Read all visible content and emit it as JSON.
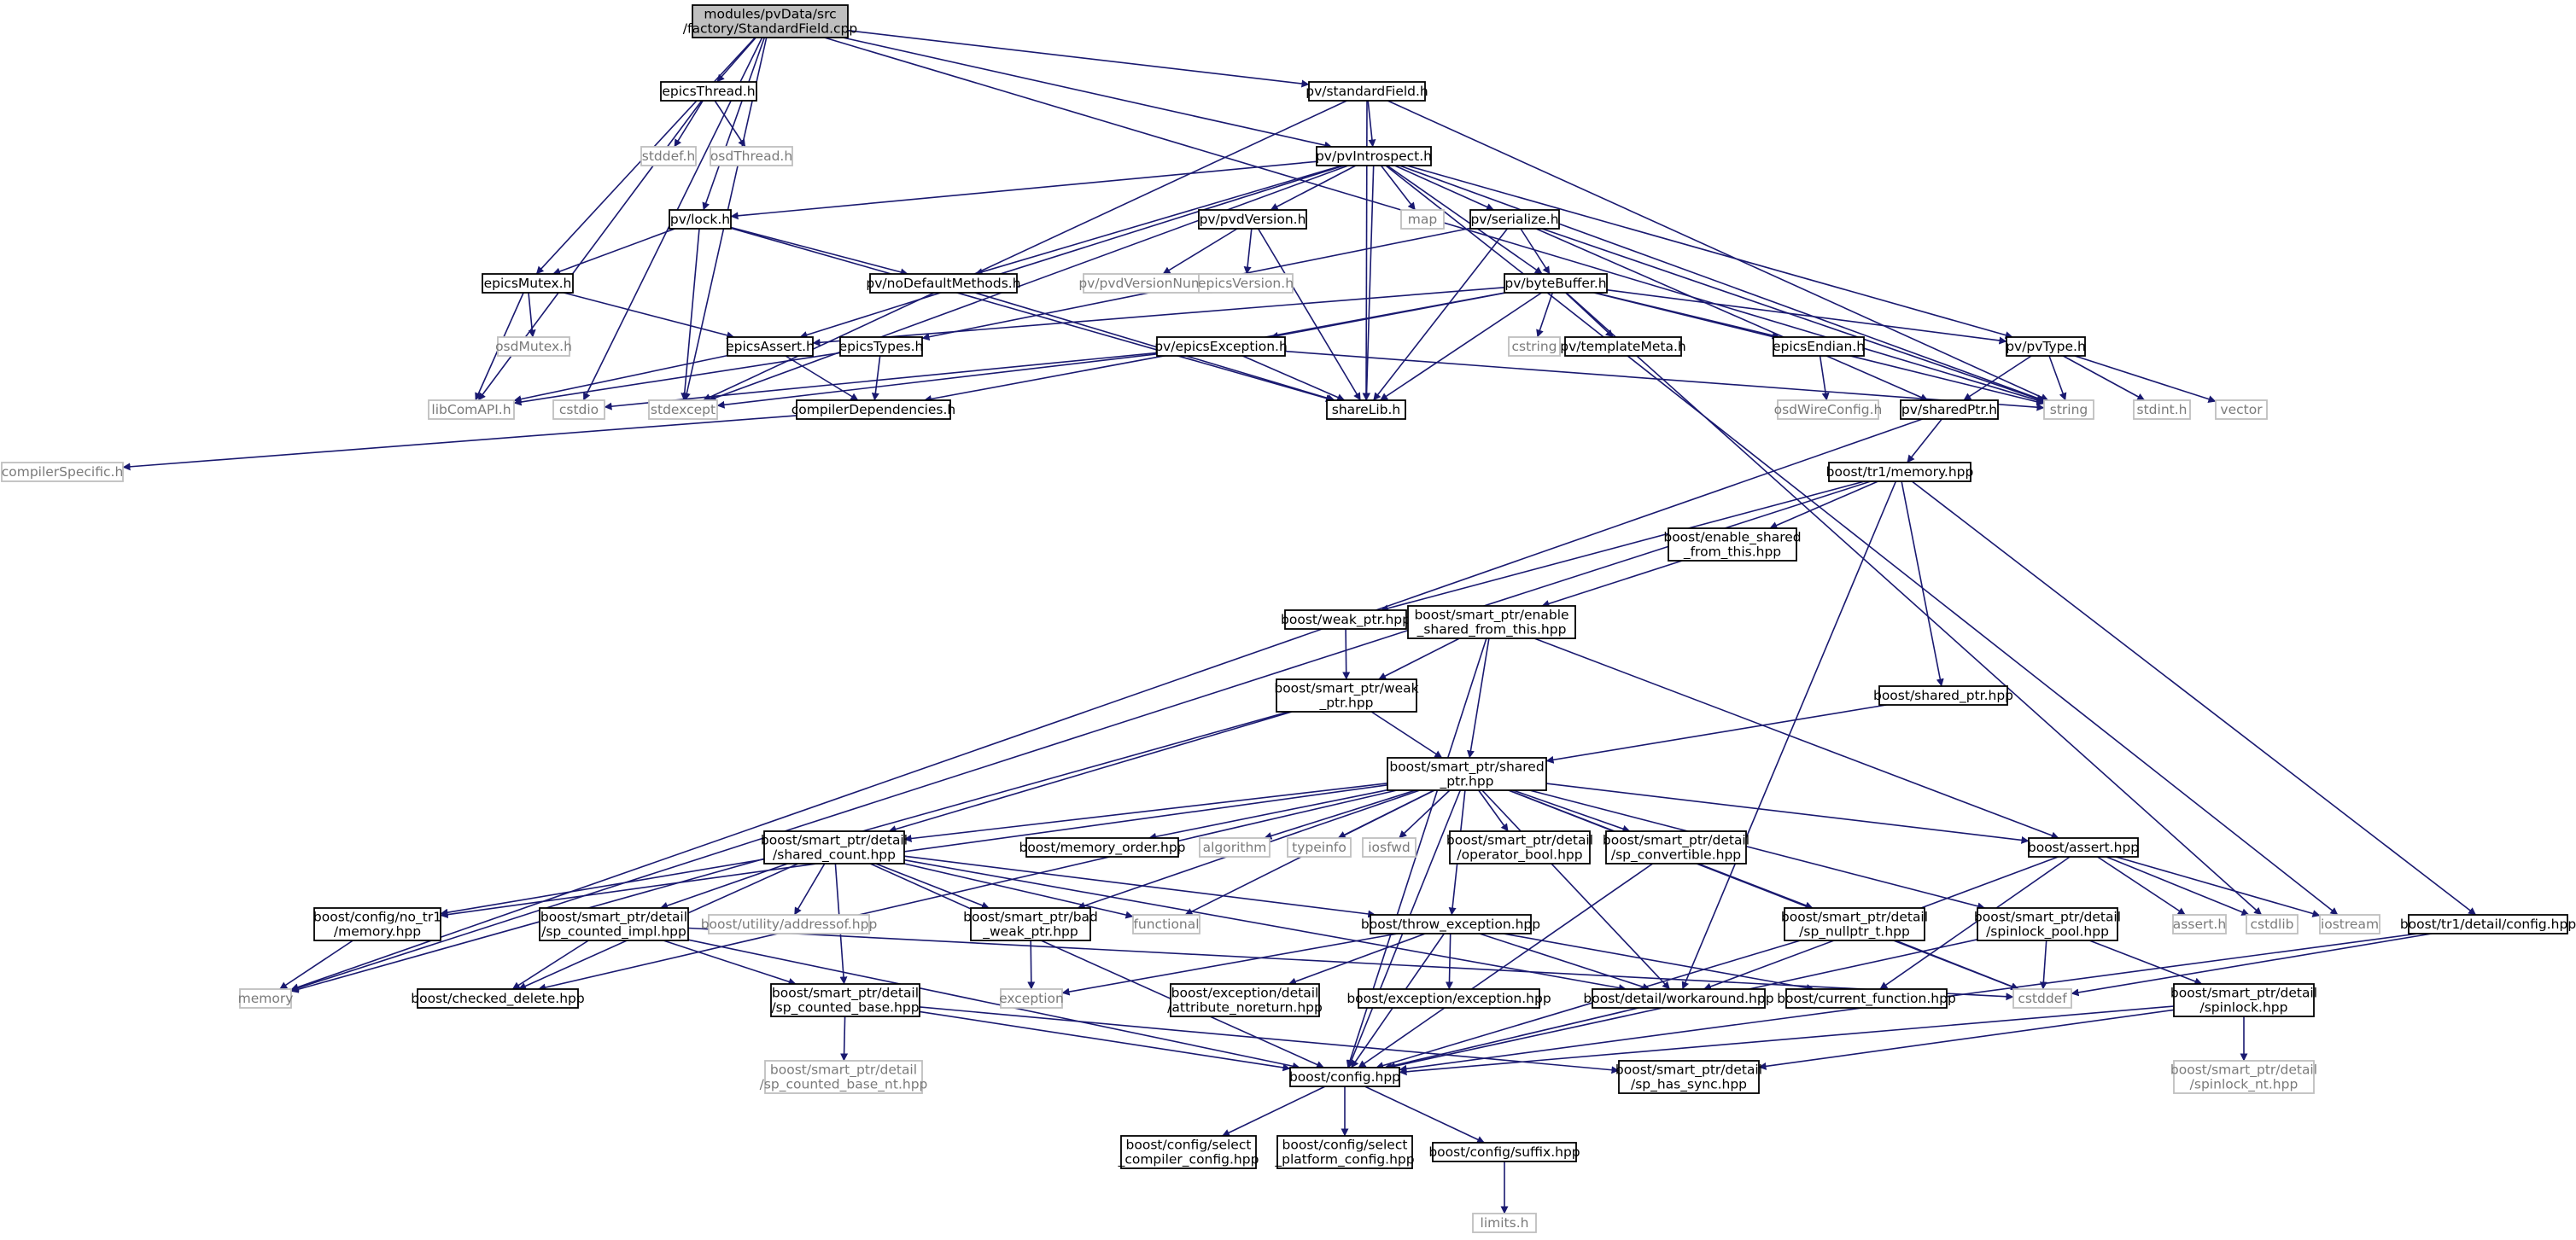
{
  "colors": {
    "edge": "#191970",
    "root_fill": "#bfbfbf",
    "node_border": "#000000",
    "external_border": "#bfbfbf",
    "external_text": "#7a7a7a"
  },
  "nodes": [
    {
      "id": "root",
      "lines": [
        "modules/pvData/src",
        "/factory/StandardField.cpp"
      ],
      "kind": "root"
    },
    {
      "id": "epicsThread",
      "lines": [
        "epicsThread.h"
      ],
      "kind": "int"
    },
    {
      "id": "standardField",
      "lines": [
        "pv/standardField.h"
      ],
      "kind": "int"
    },
    {
      "id": "stddef",
      "lines": [
        "stddef.h"
      ],
      "kind": "ext"
    },
    {
      "id": "osdThread",
      "lines": [
        "osdThread.h"
      ],
      "kind": "ext"
    },
    {
      "id": "pvIntrospect",
      "lines": [
        "pv/pvIntrospect.h"
      ],
      "kind": "int"
    },
    {
      "id": "lock",
      "lines": [
        "pv/lock.h"
      ],
      "kind": "int"
    },
    {
      "id": "pvdVersion",
      "lines": [
        "pv/pvdVersion.h"
      ],
      "kind": "int"
    },
    {
      "id": "map",
      "lines": [
        "map"
      ],
      "kind": "ext"
    },
    {
      "id": "serialize",
      "lines": [
        "pv/serialize.h"
      ],
      "kind": "int"
    },
    {
      "id": "epicsMutex",
      "lines": [
        "epicsMutex.h"
      ],
      "kind": "int"
    },
    {
      "id": "noDefaultMethods",
      "lines": [
        "pv/noDefaultMethods.h"
      ],
      "kind": "int"
    },
    {
      "id": "pvdVersionNum",
      "lines": [
        "pv/pvdVersionNum.h"
      ],
      "kind": "ext"
    },
    {
      "id": "epicsVersion",
      "lines": [
        "epicsVersion.h"
      ],
      "kind": "ext"
    },
    {
      "id": "byteBuffer",
      "lines": [
        "pv/byteBuffer.h"
      ],
      "kind": "int"
    },
    {
      "id": "osdMutex",
      "lines": [
        "osdMutex.h"
      ],
      "kind": "ext"
    },
    {
      "id": "epicsAssert",
      "lines": [
        "epicsAssert.h"
      ],
      "kind": "int"
    },
    {
      "id": "epicsTypes",
      "lines": [
        "epicsTypes.h"
      ],
      "kind": "int"
    },
    {
      "id": "epicsException",
      "lines": [
        "pv/epicsException.h"
      ],
      "kind": "int"
    },
    {
      "id": "cstring",
      "lines": [
        "cstring"
      ],
      "kind": "ext"
    },
    {
      "id": "templateMeta",
      "lines": [
        "pv/templateMeta.h"
      ],
      "kind": "int"
    },
    {
      "id": "epicsEndian",
      "lines": [
        "epicsEndian.h"
      ],
      "kind": "int"
    },
    {
      "id": "pvType",
      "lines": [
        "pv/pvType.h"
      ],
      "kind": "int"
    },
    {
      "id": "libComAPI",
      "lines": [
        "libComAPI.h"
      ],
      "kind": "ext"
    },
    {
      "id": "cstdio",
      "lines": [
        "cstdio"
      ],
      "kind": "ext"
    },
    {
      "id": "stdexcept",
      "lines": [
        "stdexcept"
      ],
      "kind": "ext"
    },
    {
      "id": "compilerDependencies",
      "lines": [
        "compilerDependencies.h"
      ],
      "kind": "int"
    },
    {
      "id": "shareLib",
      "lines": [
        "shareLib.h"
      ],
      "kind": "int"
    },
    {
      "id": "osdWireConfig",
      "lines": [
        "osdWireConfig.h"
      ],
      "kind": "ext"
    },
    {
      "id": "string",
      "lines": [
        "string"
      ],
      "kind": "ext"
    },
    {
      "id": "sharedPtr",
      "lines": [
        "pv/sharedPtr.h"
      ],
      "kind": "int"
    },
    {
      "id": "stdint",
      "lines": [
        "stdint.h"
      ],
      "kind": "ext"
    },
    {
      "id": "vector",
      "lines": [
        "vector"
      ],
      "kind": "ext"
    },
    {
      "id": "compilerSpecific",
      "lines": [
        "compilerSpecific.h"
      ],
      "kind": "ext"
    },
    {
      "id": "tr1memory",
      "lines": [
        "boost/tr1/memory.hpp"
      ],
      "kind": "int"
    },
    {
      "id": "enableShared",
      "lines": [
        "boost/enable_shared",
        "_from_this.hpp"
      ],
      "kind": "int"
    },
    {
      "id": "weakPtr",
      "lines": [
        "boost/weak_ptr.hpp"
      ],
      "kind": "int"
    },
    {
      "id": "spEnableShared",
      "lines": [
        "boost/smart_ptr/enable",
        "_shared_from_this.hpp"
      ],
      "kind": "int"
    },
    {
      "id": "spWeakPtr",
      "lines": [
        "boost/smart_ptr/weak",
        "_ptr.hpp"
      ],
      "kind": "int"
    },
    {
      "id": "sharedPtrHpp",
      "lines": [
        "boost/shared_ptr.hpp"
      ],
      "kind": "int"
    },
    {
      "id": "spSharedPtr",
      "lines": [
        "boost/smart_ptr/shared",
        "_ptr.hpp"
      ],
      "kind": "int"
    },
    {
      "id": "sharedCount",
      "lines": [
        "boost/smart_ptr/detail",
        "/shared_count.hpp"
      ],
      "kind": "int"
    },
    {
      "id": "memoryOrder",
      "lines": [
        "boost/memory_order.hpp"
      ],
      "kind": "int"
    },
    {
      "id": "algorithm",
      "lines": [
        "algorithm"
      ],
      "kind": "ext"
    },
    {
      "id": "typeinfo",
      "lines": [
        "typeinfo"
      ],
      "kind": "ext"
    },
    {
      "id": "iosfwd",
      "lines": [
        "iosfwd"
      ],
      "kind": "ext"
    },
    {
      "id": "operatorBool",
      "lines": [
        "boost/smart_ptr/detail",
        "/operator_bool.hpp"
      ],
      "kind": "int"
    },
    {
      "id": "spConvertible",
      "lines": [
        "boost/smart_ptr/detail",
        "/sp_convertible.hpp"
      ],
      "kind": "int"
    },
    {
      "id": "boostAssert",
      "lines": [
        "boost/assert.hpp"
      ],
      "kind": "int"
    },
    {
      "id": "noTr1Memory",
      "lines": [
        "boost/config/no_tr1",
        "/memory.hpp"
      ],
      "kind": "int"
    },
    {
      "id": "spCountedImpl",
      "lines": [
        "boost/smart_ptr/detail",
        "/sp_counted_impl.hpp"
      ],
      "kind": "int"
    },
    {
      "id": "addressof",
      "lines": [
        "boost/utility/addressof.hpp"
      ],
      "kind": "ext"
    },
    {
      "id": "badWeakPtr",
      "lines": [
        "boost/smart_ptr/bad",
        "_weak_ptr.hpp"
      ],
      "kind": "int"
    },
    {
      "id": "functional",
      "lines": [
        "functional"
      ],
      "kind": "ext"
    },
    {
      "id": "throwException",
      "lines": [
        "boost/throw_exception.hpp"
      ],
      "kind": "int"
    },
    {
      "id": "spNullptr",
      "lines": [
        "boost/smart_ptr/detail",
        "/sp_nullptr_t.hpp"
      ],
      "kind": "int"
    },
    {
      "id": "spinlockPool",
      "lines": [
        "boost/smart_ptr/detail",
        "/spinlock_pool.hpp"
      ],
      "kind": "int"
    },
    {
      "id": "assertH",
      "lines": [
        "assert.h"
      ],
      "kind": "ext"
    },
    {
      "id": "cstdlib",
      "lines": [
        "cstdlib"
      ],
      "kind": "ext"
    },
    {
      "id": "iostream",
      "lines": [
        "iostream"
      ],
      "kind": "ext"
    },
    {
      "id": "tr1DetailConfig",
      "lines": [
        "boost/tr1/detail/config.hpp"
      ],
      "kind": "int"
    },
    {
      "id": "memory",
      "lines": [
        "memory"
      ],
      "kind": "ext"
    },
    {
      "id": "checkedDelete",
      "lines": [
        "boost/checked_delete.hpp"
      ],
      "kind": "int"
    },
    {
      "id": "spCountedBase",
      "lines": [
        "boost/smart_ptr/detail",
        "/sp_counted_base.hpp"
      ],
      "kind": "int"
    },
    {
      "id": "exception",
      "lines": [
        "exception"
      ],
      "kind": "ext"
    },
    {
      "id": "attrNoreturn",
      "lines": [
        "boost/exception/detail",
        "/attribute_noreturn.hpp"
      ],
      "kind": "int"
    },
    {
      "id": "exceptionHpp",
      "lines": [
        "boost/exception/exception.hpp"
      ],
      "kind": "int"
    },
    {
      "id": "workaround",
      "lines": [
        "boost/detail/workaround.hpp"
      ],
      "kind": "int"
    },
    {
      "id": "currentFunction",
      "lines": [
        "boost/current_function.hpp"
      ],
      "kind": "int"
    },
    {
      "id": "cstddef",
      "lines": [
        "cstddef"
      ],
      "kind": "ext"
    },
    {
      "id": "spinlock",
      "lines": [
        "boost/smart_ptr/detail",
        "/spinlock.hpp"
      ],
      "kind": "int"
    },
    {
      "id": "spCountedBaseNt",
      "lines": [
        "boost/smart_ptr/detail",
        "/sp_counted_base_nt.hpp"
      ],
      "kind": "ext"
    },
    {
      "id": "boostConfig",
      "lines": [
        "boost/config.hpp"
      ],
      "kind": "int"
    },
    {
      "id": "spHasSync",
      "lines": [
        "boost/smart_ptr/detail",
        "/sp_has_sync.hpp"
      ],
      "kind": "int"
    },
    {
      "id": "spinlockNt",
      "lines": [
        "boost/smart_ptr/detail",
        "/spinlock_nt.hpp"
      ],
      "kind": "ext"
    },
    {
      "id": "selectCompiler",
      "lines": [
        "boost/config/select",
        "_compiler_config.hpp"
      ],
      "kind": "int"
    },
    {
      "id": "selectPlatform",
      "lines": [
        "boost/config/select",
        "_platform_config.hpp"
      ],
      "kind": "int"
    },
    {
      "id": "suffix",
      "lines": [
        "boost/config/suffix.hpp"
      ],
      "kind": "int"
    },
    {
      "id": "limits",
      "lines": [
        "limits.h"
      ],
      "kind": "ext"
    }
  ],
  "edges": [
    [
      "root",
      "epicsThread"
    ],
    [
      "root",
      "standardField"
    ],
    [
      "root",
      "pvIntrospect"
    ],
    [
      "root",
      "lock"
    ],
    [
      "root",
      "epicsMutex"
    ],
    [
      "root",
      "cstdio"
    ],
    [
      "root",
      "stdexcept"
    ],
    [
      "root",
      "string"
    ],
    [
      "epicsThread",
      "stddef"
    ],
    [
      "epicsThread",
      "osdThread"
    ],
    [
      "epicsThread",
      "libComAPI"
    ],
    [
      "standardField",
      "pvIntrospect"
    ],
    [
      "standardField",
      "stdexcept"
    ],
    [
      "standardField",
      "shareLib"
    ],
    [
      "standardField",
      "string"
    ],
    [
      "pvIntrospect",
      "lock"
    ],
    [
      "pvIntrospect",
      "pvdVersion"
    ],
    [
      "pvIntrospect",
      "map"
    ],
    [
      "pvIntrospect",
      "serialize"
    ],
    [
      "pvIntrospect",
      "byteBuffer"
    ],
    [
      "pvIntrospect",
      "pvType"
    ],
    [
      "pvIntrospect",
      "noDefaultMethods"
    ],
    [
      "pvIntrospect",
      "epicsAssert"
    ],
    [
      "pvIntrospect",
      "stdexcept"
    ],
    [
      "pvIntrospect",
      "shareLib"
    ],
    [
      "pvIntrospect",
      "string"
    ],
    [
      "pvIntrospect",
      "iostream"
    ],
    [
      "lock",
      "epicsMutex"
    ],
    [
      "lock",
      "noDefaultMethods"
    ],
    [
      "lock",
      "stdexcept"
    ],
    [
      "lock",
      "shareLib"
    ],
    [
      "epicsMutex",
      "osdMutex"
    ],
    [
      "epicsMutex",
      "epicsAssert"
    ],
    [
      "epicsMutex",
      "libComAPI"
    ],
    [
      "epicsAssert",
      "libComAPI"
    ],
    [
      "epicsAssert",
      "compilerDependencies"
    ],
    [
      "noDefaultMethods",
      "shareLib"
    ],
    [
      "pvdVersion",
      "pvdVersionNum"
    ],
    [
      "pvdVersion",
      "epicsVersion"
    ],
    [
      "pvdVersion",
      "shareLib"
    ],
    [
      "serialize",
      "byteBuffer"
    ],
    [
      "serialize",
      "epicsTypes"
    ],
    [
      "serialize",
      "shareLib"
    ],
    [
      "serialize",
      "string"
    ],
    [
      "serialize",
      "sharedPtr"
    ],
    [
      "byteBuffer",
      "epicsAssert"
    ],
    [
      "byteBuffer",
      "epicsException"
    ],
    [
      "byteBuffer",
      "cstring"
    ],
    [
      "byteBuffer",
      "templateMeta"
    ],
    [
      "byteBuffer",
      "epicsEndian"
    ],
    [
      "byteBuffer",
      "pvType"
    ],
    [
      "byteBuffer",
      "string"
    ],
    [
      "byteBuffer",
      "shareLib"
    ],
    [
      "byteBuffer",
      "compilerDependencies"
    ],
    [
      "byteBuffer",
      "cstdlib"
    ],
    [
      "epicsTypes",
      "libComAPI"
    ],
    [
      "epicsTypes",
      "compilerDependencies"
    ],
    [
      "epicsException",
      "stdexcept"
    ],
    [
      "epicsException",
      "cstdio"
    ],
    [
      "epicsException",
      "string"
    ],
    [
      "epicsException",
      "shareLib"
    ],
    [
      "epicsEndian",
      "osdWireConfig"
    ],
    [
      "pvType",
      "sharedPtr"
    ],
    [
      "pvType",
      "string"
    ],
    [
      "pvType",
      "stdint"
    ],
    [
      "pvType",
      "vector"
    ],
    [
      "compilerDependencies",
      "compilerSpecific"
    ],
    [
      "sharedPtr",
      "tr1memory"
    ],
    [
      "sharedPtr",
      "memory"
    ],
    [
      "tr1memory",
      "enableShared"
    ],
    [
      "tr1memory",
      "weakPtr"
    ],
    [
      "tr1memory",
      "sharedPtrHpp"
    ],
    [
      "tr1memory",
      "tr1DetailConfig"
    ],
    [
      "tr1memory",
      "workaround"
    ],
    [
      "tr1memory",
      "memory"
    ],
    [
      "enableShared",
      "spEnableShared"
    ],
    [
      "weakPtr",
      "spWeakPtr"
    ],
    [
      "spEnableShared",
      "spWeakPtr"
    ],
    [
      "spEnableShared",
      "spSharedPtr"
    ],
    [
      "spEnableShared",
      "boostAssert"
    ],
    [
      "spEnableShared",
      "boostConfig"
    ],
    [
      "spWeakPtr",
      "spSharedPtr"
    ],
    [
      "spWeakPtr",
      "sharedCount"
    ],
    [
      "spWeakPtr",
      "memory"
    ],
    [
      "sharedPtrHpp",
      "spSharedPtr"
    ],
    [
      "spSharedPtr",
      "memoryOrder"
    ],
    [
      "spSharedPtr",
      "algorithm"
    ],
    [
      "spSharedPtr",
      "typeinfo"
    ],
    [
      "spSharedPtr",
      "iosfwd"
    ],
    [
      "spSharedPtr",
      "operatorBool"
    ],
    [
      "spSharedPtr",
      "spConvertible"
    ],
    [
      "spSharedPtr",
      "boostAssert"
    ],
    [
      "spSharedPtr",
      "sharedCount"
    ],
    [
      "spSharedPtr",
      "noTr1Memory"
    ],
    [
      "spSharedPtr",
      "checkedDelete"
    ],
    [
      "spSharedPtr",
      "functional"
    ],
    [
      "spSharedPtr",
      "throwException"
    ],
    [
      "spSharedPtr",
      "spNullptr"
    ],
    [
      "spSharedPtr",
      "spinlockPool"
    ],
    [
      "spSharedPtr",
      "workaround"
    ],
    [
      "spSharedPtr",
      "cstddef"
    ],
    [
      "spSharedPtr",
      "boostConfig"
    ],
    [
      "spSharedPtr",
      "badWeakPtr"
    ],
    [
      "sharedCount",
      "noTr1Memory"
    ],
    [
      "sharedCount",
      "spCountedImpl"
    ],
    [
      "sharedCount",
      "addressof"
    ],
    [
      "sharedCount",
      "badWeakPtr"
    ],
    [
      "sharedCount",
      "functional"
    ],
    [
      "sharedCount",
      "checkedDelete"
    ],
    [
      "sharedCount",
      "spCountedBase"
    ],
    [
      "sharedCount",
      "throwException"
    ],
    [
      "sharedCount",
      "boostConfig"
    ],
    [
      "sharedCount",
      "workaround"
    ],
    [
      "noTr1Memory",
      "memory"
    ],
    [
      "spCountedImpl",
      "checkedDelete"
    ],
    [
      "spCountedImpl",
      "spCountedBase"
    ],
    [
      "spCountedImpl",
      "boostConfig"
    ],
    [
      "spCountedImpl",
      "cstddef"
    ],
    [
      "badWeakPtr",
      "exception"
    ],
    [
      "throwException",
      "exception"
    ],
    [
      "throwException",
      "attrNoreturn"
    ],
    [
      "throwException",
      "exceptionHpp"
    ],
    [
      "throwException",
      "workaround"
    ],
    [
      "throwException",
      "currentFunction"
    ],
    [
      "throwException",
      "boostConfig"
    ],
    [
      "spConvertible",
      "boostConfig"
    ],
    [
      "spNullptr",
      "cstddef"
    ],
    [
      "spNullptr",
      "boostConfig"
    ],
    [
      "spinlockPool",
      "cstddef"
    ],
    [
      "spinlockPool",
      "spinlock"
    ],
    [
      "spinlockPool",
      "boostConfig"
    ],
    [
      "boostAssert",
      "assertH"
    ],
    [
      "boostAssert",
      "cstdlib"
    ],
    [
      "boostAssert",
      "iostream"
    ],
    [
      "boostAssert",
      "currentFunction"
    ],
    [
      "boostAssert",
      "workaround"
    ],
    [
      "tr1DetailConfig",
      "cstddef"
    ],
    [
      "tr1DetailConfig",
      "boostConfig"
    ],
    [
      "spCountedBase",
      "spCountedBaseNt"
    ],
    [
      "spCountedBase",
      "spHasSync"
    ],
    [
      "spCountedBase",
      "boostConfig"
    ],
    [
      "workaround",
      "boostConfig"
    ],
    [
      "spinlock",
      "spinlockNt"
    ],
    [
      "spinlock",
      "boostConfig"
    ],
    [
      "spinlock",
      "spHasSync"
    ],
    [
      "boostConfig",
      "selectCompiler"
    ],
    [
      "boostConfig",
      "selectPlatform"
    ],
    [
      "boostConfig",
      "suffix"
    ],
    [
      "suffix",
      "limits"
    ]
  ]
}
